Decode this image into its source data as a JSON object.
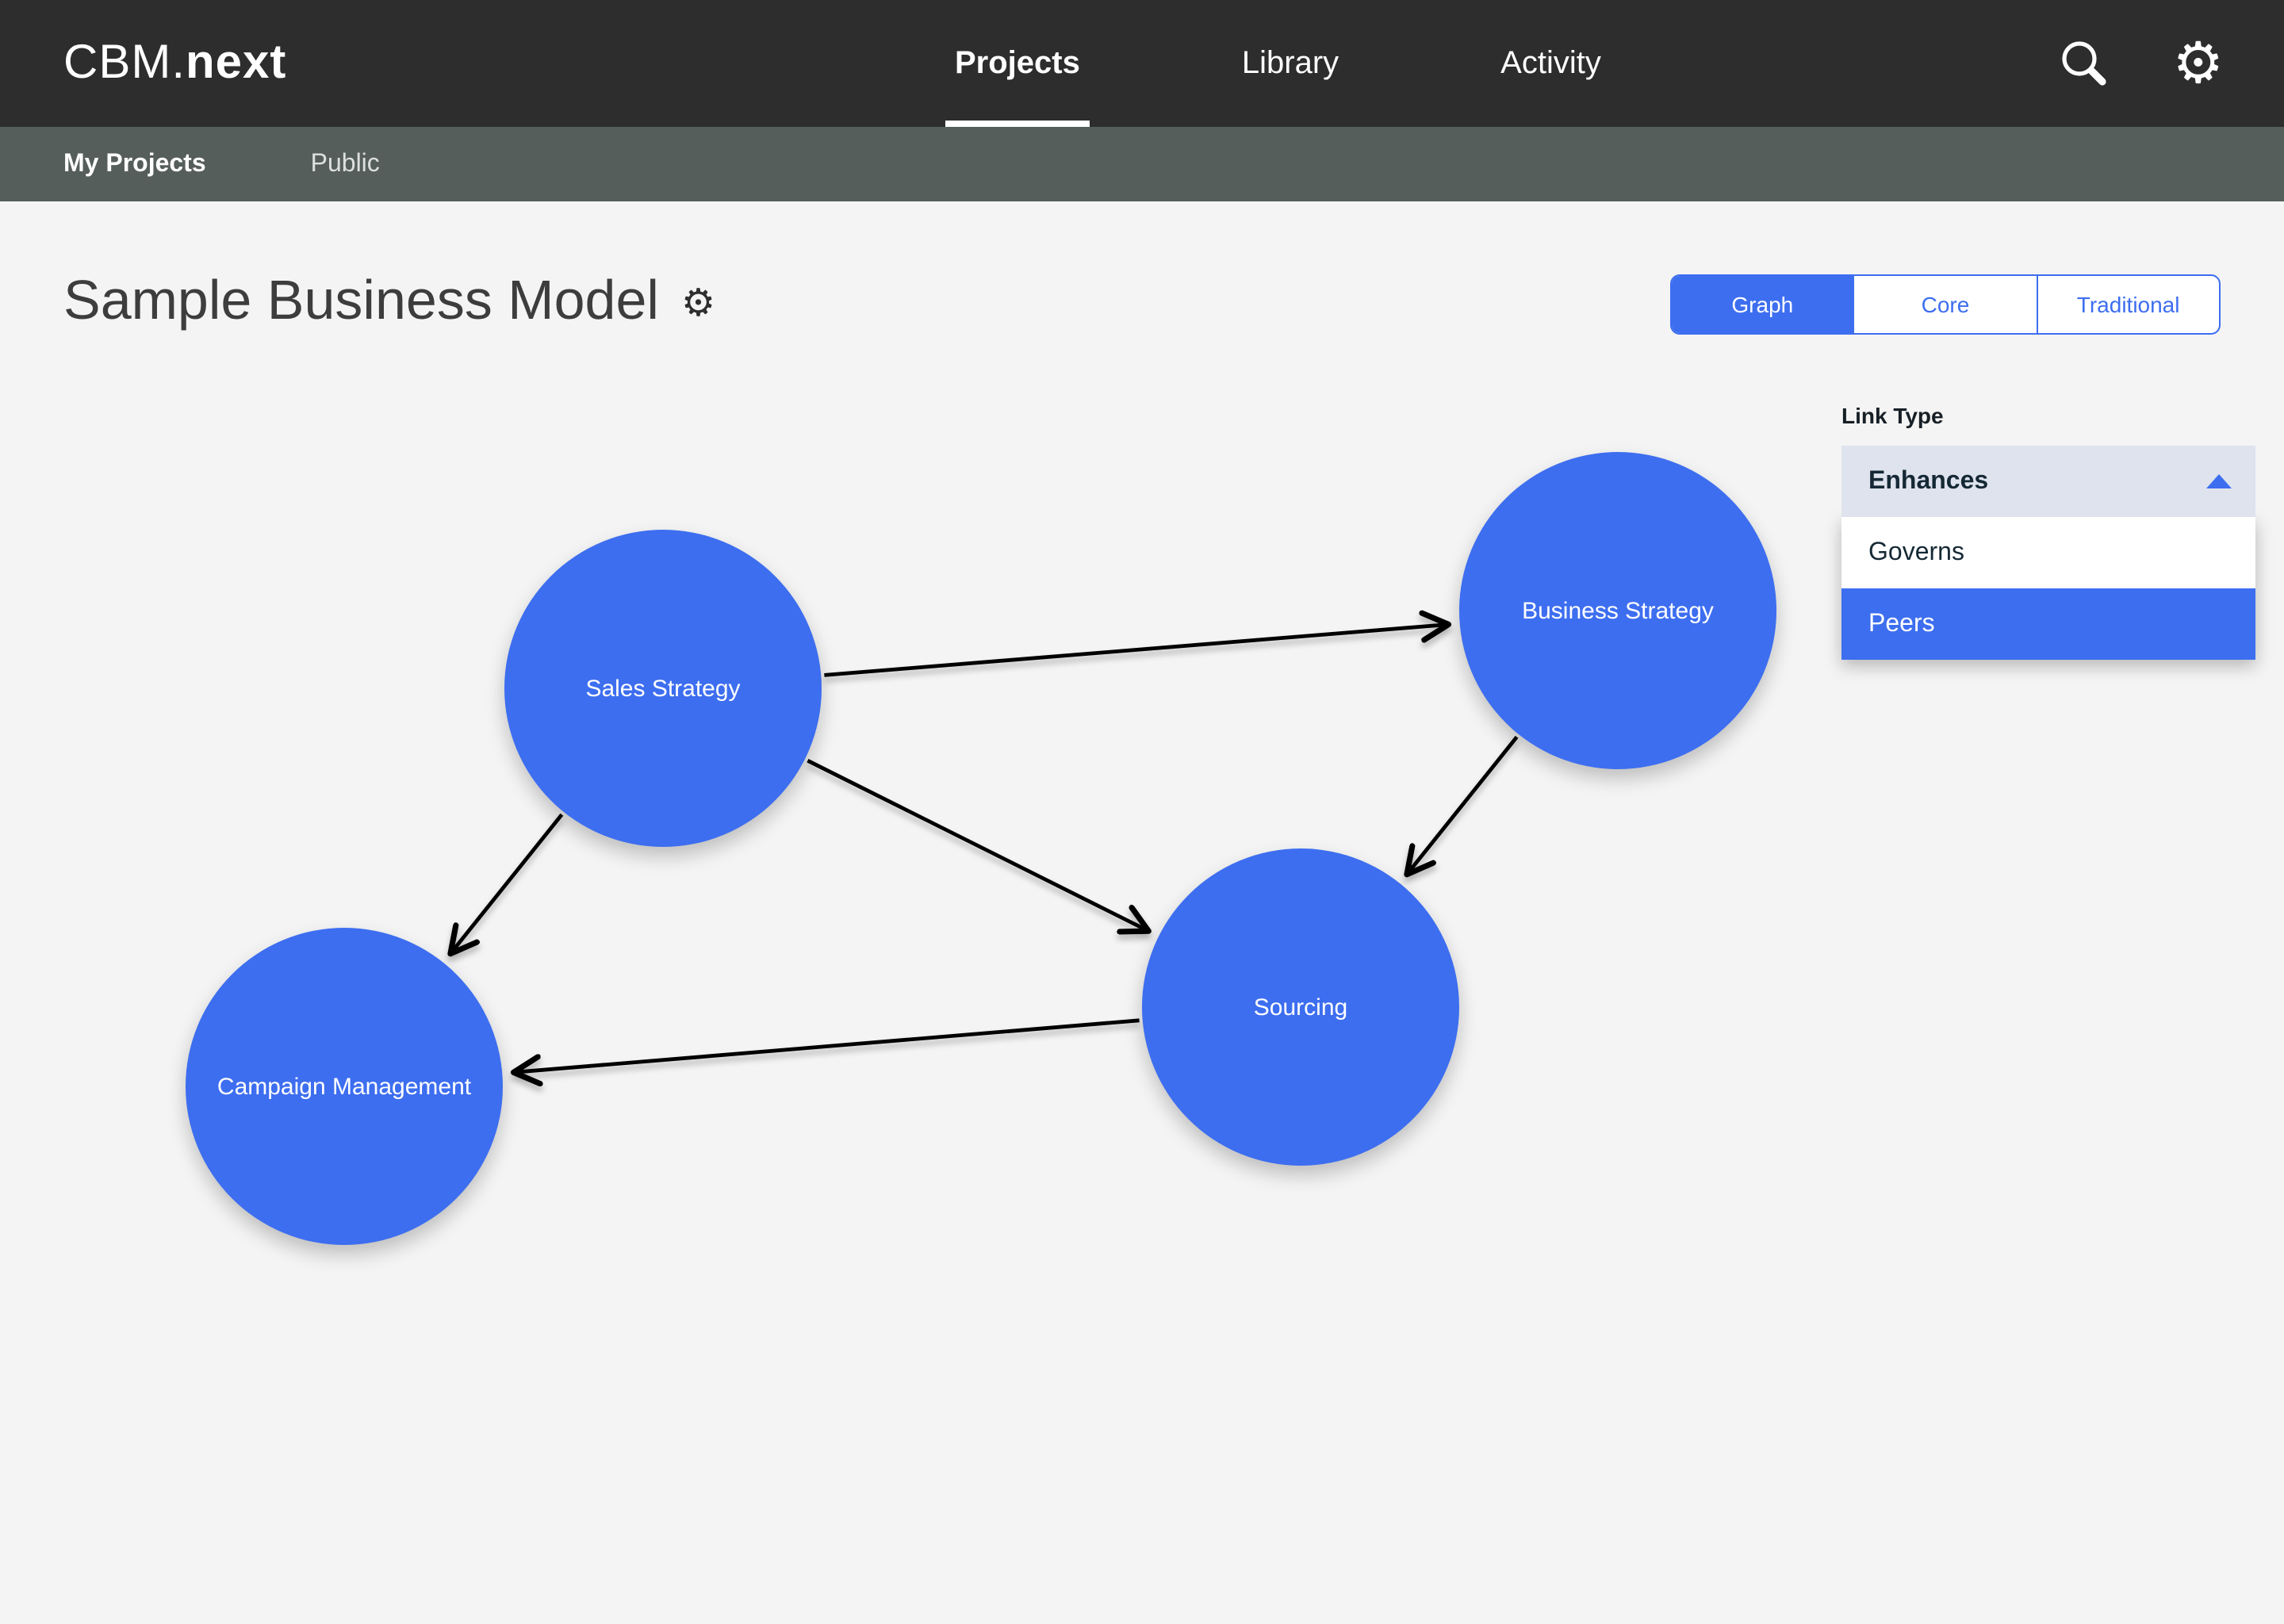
{
  "app": {
    "brand_prefix": "CBM.",
    "brand_suffix": "next"
  },
  "header": {
    "nav": [
      {
        "label": "Projects",
        "active": true
      },
      {
        "label": "Library",
        "active": false
      },
      {
        "label": "Activity",
        "active": false
      }
    ],
    "icons": [
      {
        "name": "search-icon"
      },
      {
        "name": "gear-icon"
      }
    ]
  },
  "subnav": {
    "items": [
      {
        "label": "My Projects",
        "active": true
      },
      {
        "label": "Public",
        "active": false
      }
    ]
  },
  "page": {
    "title": "Sample Business Model",
    "title_icon": "gear-icon"
  },
  "view_switcher": {
    "options": [
      {
        "label": "Graph",
        "active": true
      },
      {
        "label": "Core",
        "active": false
      },
      {
        "label": "Traditional",
        "active": false
      }
    ]
  },
  "link_type": {
    "label": "Link Type",
    "selected": "Enhances",
    "expanded": true,
    "options": [
      {
        "label": "Governs",
        "highlighted": false
      },
      {
        "label": "Peers",
        "highlighted": true
      }
    ]
  },
  "graph": {
    "nodes": [
      {
        "id": "sales-strategy",
        "label": "Sales Strategy"
      },
      {
        "id": "business-strategy",
        "label": "Business Strategy"
      },
      {
        "id": "sourcing",
        "label": "Sourcing"
      },
      {
        "id": "campaign-management",
        "label": "Campaign Management"
      }
    ],
    "edges": [
      {
        "from": "sales-strategy",
        "to": "business-strategy"
      },
      {
        "from": "sales-strategy",
        "to": "sourcing"
      },
      {
        "from": "sales-strategy",
        "to": "campaign-management"
      },
      {
        "from": "business-strategy",
        "to": "sourcing"
      },
      {
        "from": "sourcing",
        "to": "campaign-management"
      }
    ]
  },
  "colors": {
    "accent": "#3d6ef0",
    "topbar": "#2d2d2d",
    "subbar": "#565e5c",
    "background": "#f4f4f4",
    "node_fill": "#3d6ef0",
    "node_text": "#ffffff",
    "arrow": "#000000",
    "dropdown_header_bg": "#dfe3ee",
    "dropdown_text": "#152935"
  }
}
